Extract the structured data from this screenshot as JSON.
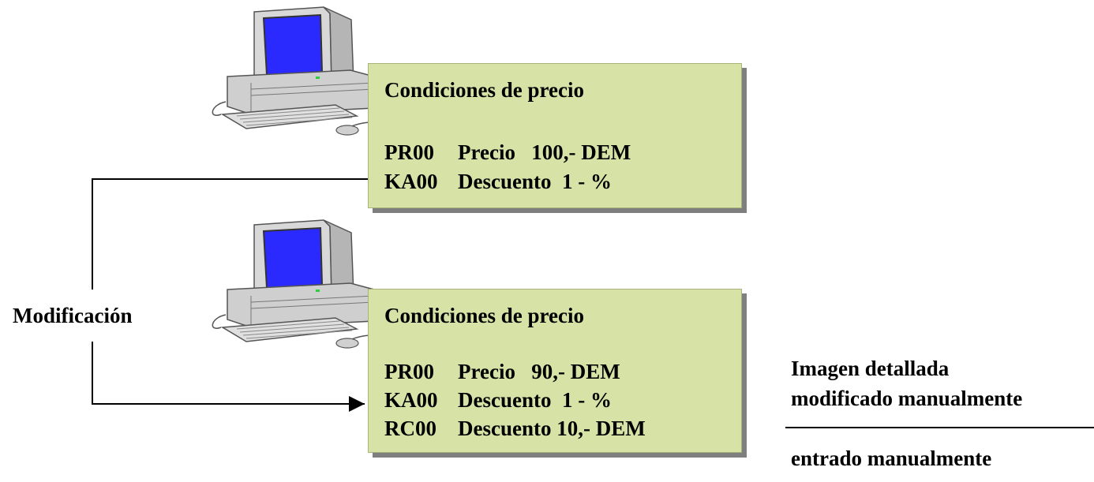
{
  "panels": [
    {
      "title": "Condiciones de precio",
      "rows": [
        {
          "code": "PR00",
          "text": "Precio   100,- DEM"
        },
        {
          "code": "KA00",
          "text": "Descuento  1 - %"
        }
      ]
    },
    {
      "title": "Condiciones de precio",
      "rows": [
        {
          "code": "PR00",
          "text": "Precio   90,- DEM"
        },
        {
          "code": "KA00",
          "text": "Descuento  1 - %"
        },
        {
          "code": "RC00",
          "text": "Descuento 10,- DEM"
        }
      ]
    }
  ],
  "modification_label": "Modificación",
  "legend": {
    "line1": "Imagen detallada",
    "line2": "modificado manualmente",
    "line3": "entrado manualmente"
  },
  "colors": {
    "panel_fill": "#d6e2a6",
    "screen": "#2a2aff"
  },
  "icons": [
    "computer-icon",
    "computer-icon"
  ]
}
